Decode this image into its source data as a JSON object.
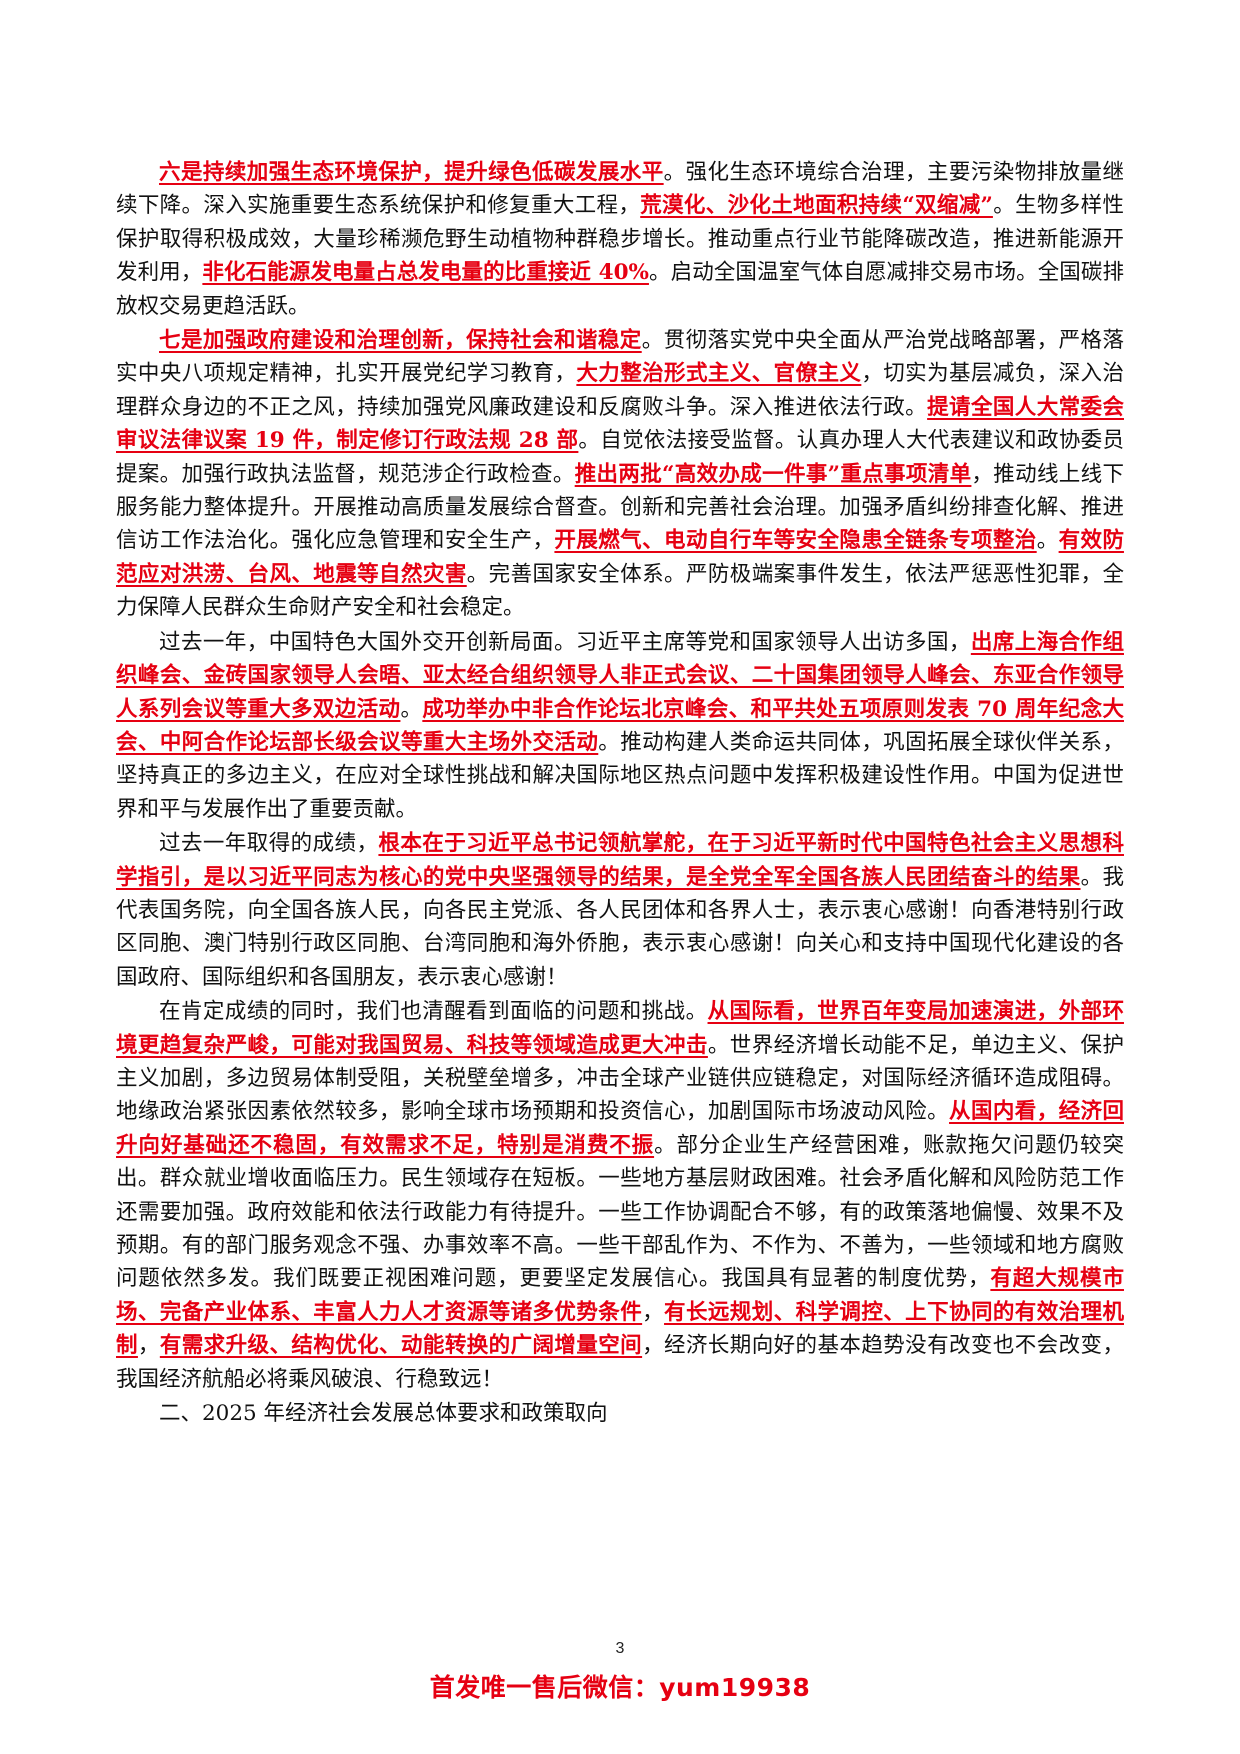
{
  "colors": {
    "highlight": "#e60012",
    "text": "#111111"
  },
  "paragraphs": [
    [
      {
        "t": "六是持续加强生态环境保护，提升绿色低碳发展水平",
        "h": true
      },
      {
        "t": "。强化生态环境综合治理，主要污染物排放量继续下降。深入实施重要生态系统保护和修复重大工程，"
      },
      {
        "t": "荒漠化、沙化土地面积持续“双缩减”",
        "h": true
      },
      {
        "t": "。生物多样性保护取得积极成效，大量珍稀濒危野生动植物种群稳步增长。推动重点行业节能降碳改造，推进新能源开发利用，"
      },
      {
        "t": "非化石能源发电量占总发电量的比重接近 40%",
        "h": true
      },
      {
        "t": "。启动全国温室气体自愿减排交易市场。全国碳排放权交易更趋活跃。"
      }
    ],
    [
      {
        "t": "七是加强政府建设和治理创新，保持社会和谐稳定",
        "h": true
      },
      {
        "t": "。贯彻落实党中央全面从严治党战略部署，严格落实中央八项规定精神，扎实开展党纪学习教育，"
      },
      {
        "t": "大力整治形式主义、官僚主义",
        "h": true
      },
      {
        "t": "，切实为基层减负，深入治理群众身边的不正之风，持续加强党风廉政建设和反腐败斗争。深入推进依法行政。"
      },
      {
        "t": "提请全国人大常委会审议法律议案 19 件，制定修订行政法规 28 部",
        "h": true
      },
      {
        "t": "。自觉依法接受监督。认真办理人大代表建议和政协委员提案。加强行政执法监督，规范涉企行政检查。"
      },
      {
        "t": "推出两批“高效办成一件事”重点事项清单",
        "h": true
      },
      {
        "t": "，推动线上线下服务能力整体提升。开展推动高质量发展综合督查。创新和完善社会治理。加强矛盾纠纷排查化解、推进信访工作法治化。强化应急管理和安全生产，"
      },
      {
        "t": "开展燃气、电动自行车等安全隐患全链条专项整治",
        "h": true
      },
      {
        "t": "。"
      },
      {
        "t": "有效防范应对洪涝、台风、地震等自然灾害",
        "h": true
      },
      {
        "t": "。完善国家安全体系。严防极端案事件发生，依法严惩恶性犯罪，全力保障人民群众生命财产安全和社会稳定。"
      }
    ],
    [
      {
        "t": "过去一年，中国特色大国外交开创新局面。习近平主席等党和国家领导人出访多国，"
      },
      {
        "t": "出席上海合作组织峰会、金砖国家领导人会晤、亚太经合组织领导人非正式会议、二十国集团领导人峰会、东亚合作领导人系列会议等重大多双边活动",
        "h": true
      },
      {
        "t": "。"
      },
      {
        "t": "成功举办中非合作论坛北京峰会、和平共处五项原则发表 70 周年纪念大会、中阿合作论坛部长级会议等重大主场外交活动",
        "h": true
      },
      {
        "t": "。推动构建人类命运共同体，巩固拓展全球伙伴关系，坚持真正的多边主义，在应对全球性挑战和解决国际地区热点问题中发挥积极建设性作用。中国为促进世界和平与发展作出了重要贡献。"
      }
    ],
    [
      {
        "t": "过去一年取得的成绩，"
      },
      {
        "t": "根本在于习近平总书记领航掌舵，在于习近平新时代中国特色社会主义思想科学指引，是以习近平同志为核心的党中央坚强领导的结果，是全党全军全国各族人民团结奋斗的结果",
        "h": true
      },
      {
        "t": "。我代表国务院，向全国各族人民，向各民主党派、各人民团体和各界人士，表示衷心感谢！向香港特别行政区同胞、澳门特别行政区同胞、台湾同胞和海外侨胞，表示衷心感谢！向关心和支持中国现代化建设的各国政府、国际组织和各国朋友，表示衷心感谢！"
      }
    ],
    [
      {
        "t": "在肯定成绩的同时，我们也清醒看到面临的问题和挑战。"
      },
      {
        "t": "从国际看，世界百年变局加速演进，外部环境更趋复杂严峻，可能对我国贸易、科技等领域造成更大冲击",
        "h": true
      },
      {
        "t": "。世界经济增长动能不足，单边主义、保护主义加剧，多边贸易体制受阻，关税壁垒增多，冲击全球产业链供应链稳定，对国际经济循环造成阻碍。地缘政治紧张因素依然较多，影响全球市场预期和投资信心，加剧国际市场波动风险。"
      },
      {
        "t": "从国内看，经济回升向好基础还不稳固，有效需求不足，特别是消费不振",
        "h": true
      },
      {
        "t": "。部分企业生产经营困难，账款拖欠问题仍较突出。群众就业增收面临压力。民生领域存在短板。一些地方基层财政困难。社会矛盾化解和风险防范工作还需要加强。政府效能和依法行政能力有待提升。一些工作协调配合不够，有的政策落地偏慢、效果不及预期。有的部门服务观念不强、办事效率不高。一些干部乱作为、不作为、不善为，一些领域和地方腐败问题依然多发。我们既要正视困难问题，更要坚定发展信心。我国具有显著的制度优势，"
      },
      {
        "t": "有超大规模市场、完备产业体系、丰富人力人才资源等诸多优势条件",
        "h": true
      },
      {
        "t": "，"
      },
      {
        "t": "有长远规划、科学调控、上下协同的有效治理机制",
        "h": true
      },
      {
        "t": "，"
      },
      {
        "t": "有需求升级、结构优化、动能转换的广阔增量空间",
        "h": true
      },
      {
        "t": "，经济长期向好的基本趋势没有改变也不会改变，我国经济航船必将乘风破浪、行稳致远！"
      }
    ],
    [
      {
        "t": "二、2025 年经济社会发展总体要求和政策取向"
      }
    ]
  ],
  "footer": {
    "page_number": "3",
    "watermark": "首发唯一售后微信：yum19938"
  }
}
